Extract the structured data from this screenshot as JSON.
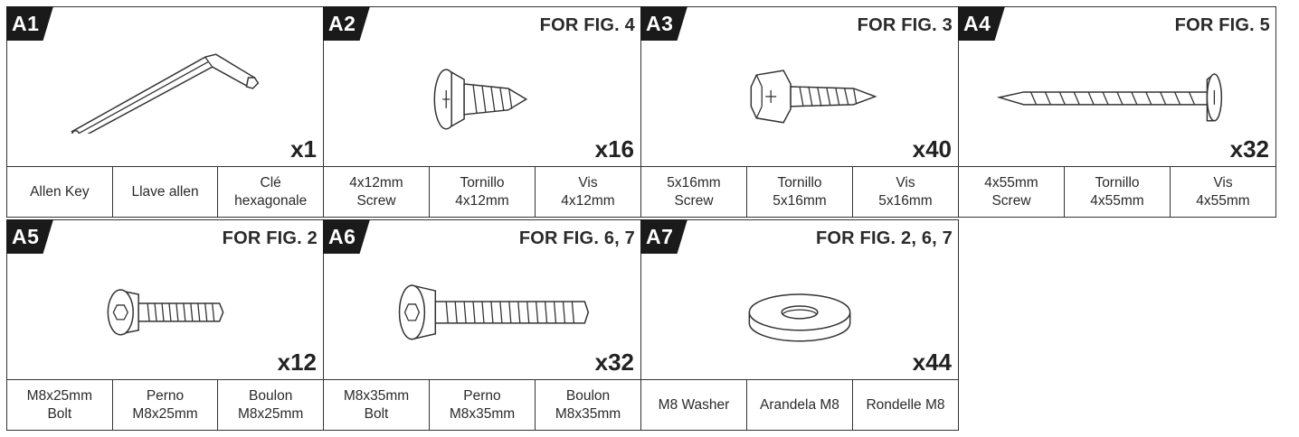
{
  "parts": [
    {
      "id": "A1",
      "for_fig": "",
      "qty": "x1",
      "icon": "allen-key-icon",
      "labels": [
        "Allen Key",
        "Llave allen",
        "Clé\nhexagonale"
      ]
    },
    {
      "id": "A2",
      "for_fig": "FOR FIG. 4",
      "qty": "x16",
      "icon": "wood-screw-4x12-icon",
      "labels": [
        "4x12mm\nScrew",
        "Tornillo\n4x12mm",
        "Vis\n4x12mm"
      ]
    },
    {
      "id": "A3",
      "for_fig": "FOR FIG. 3",
      "qty": "x40",
      "icon": "hex-screw-5x16-icon",
      "labels": [
        "5x16mm\nScrew",
        "Tornillo\n5x16mm",
        "Vis\n5x16mm"
      ]
    },
    {
      "id": "A4",
      "for_fig": "FOR FIG. 5",
      "qty": "x32",
      "icon": "long-screw-4x55-icon",
      "labels": [
        "4x55mm\nScrew",
        "Tornillo\n4x55mm",
        "Vis\n4x55mm"
      ]
    },
    {
      "id": "A5",
      "for_fig": "FOR FIG. 2",
      "qty": "x12",
      "icon": "bolt-m8x25-icon",
      "labels": [
        "M8x25mm\nBolt",
        "Perno\nM8x25mm",
        "Boulon\nM8x25mm"
      ]
    },
    {
      "id": "A6",
      "for_fig": "FOR FIG. 6, 7",
      "qty": "x32",
      "icon": "bolt-m8x35-icon",
      "labels": [
        "M8x35mm\nBolt",
        "Perno\nM8x35mm",
        "Boulon\nM8x35mm"
      ]
    },
    {
      "id": "A7",
      "for_fig": "FOR FIG. 2, 6, 7",
      "qty": "x44",
      "icon": "washer-m8-icon",
      "labels": [
        "M8 Washer",
        "Arandela M8",
        "Rondelle M8"
      ]
    }
  ]
}
